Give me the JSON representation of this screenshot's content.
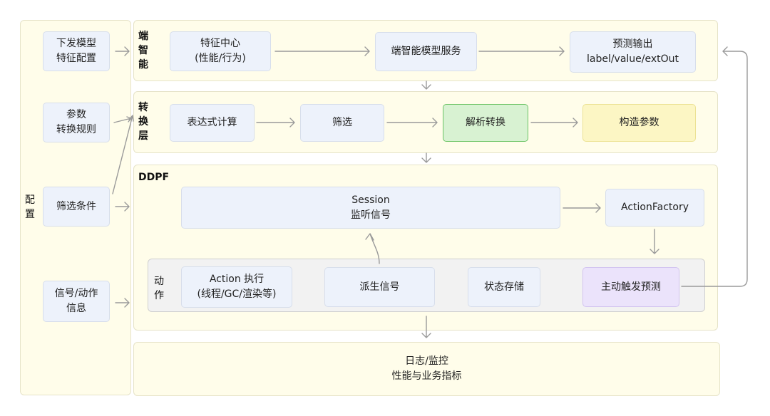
{
  "config": {
    "label": "配置",
    "items": [
      {
        "lines": [
          "下发模型",
          "特征配置"
        ]
      },
      {
        "lines": [
          "参数",
          "转换规则"
        ]
      },
      {
        "lines": [
          "筛选条件"
        ]
      },
      {
        "lines": [
          "信号/动作",
          "信息"
        ]
      }
    ]
  },
  "edge": {
    "label": "端智能",
    "nodes": {
      "feature_center": [
        "特征中心",
        "(性能/行为)"
      ],
      "model_service": [
        "端智能模型服务"
      ],
      "predict_output": [
        "预测输出",
        "label/value/extOut"
      ]
    }
  },
  "transform": {
    "label": "转换层",
    "nodes": {
      "expr_calc": [
        "表达式计算"
      ],
      "filter": [
        "筛选"
      ],
      "parse_convert": [
        "解析转换"
      ],
      "build_params": [
        "构造参数"
      ]
    }
  },
  "ddpf": {
    "label": "DDPF",
    "nodes": {
      "session": [
        "Session",
        "监听信号"
      ],
      "action_factory": [
        "ActionFactory"
      ]
    },
    "action": {
      "label": "动作",
      "nodes": {
        "action_exec": [
          "Action 执行",
          "(线程/GC/渲染等)"
        ],
        "derived_signal": [
          "派生信号"
        ],
        "state_store": [
          "状态存储"
        ],
        "active_trigger": [
          "主动触发预测"
        ]
      }
    }
  },
  "log": {
    "lines": [
      "日志/监控",
      "性能与业务指标"
    ]
  },
  "colors": {
    "panel": "#fffdea",
    "node": "#edf2fb",
    "green": "#d8f2d2",
    "yellow": "#fcf6c4",
    "purple": "#ebe3fb",
    "arrow": "#9a9a9a"
  }
}
